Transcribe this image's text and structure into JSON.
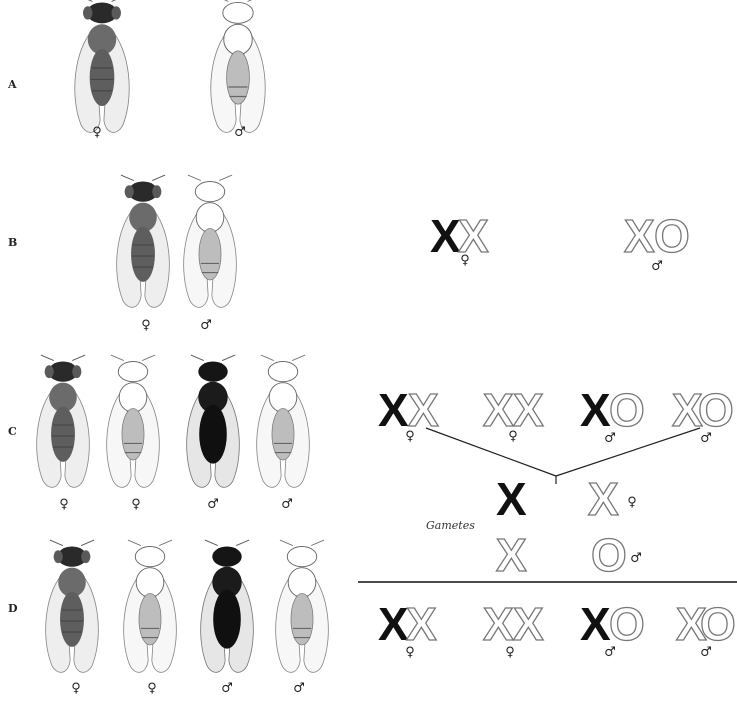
{
  "rows": [
    {
      "label": "A",
      "flies": [
        {
          "sex": "♀"
        },
        {
          "sex": "♂"
        }
      ]
    },
    {
      "label": "B",
      "flies": [
        {
          "sex": "♀"
        },
        {
          "sex": "♂"
        }
      ]
    },
    {
      "label": "C",
      "flies": [
        {
          "sex": "♀"
        },
        {
          "sex": "♀"
        },
        {
          "sex": "♂"
        },
        {
          "sex": "♂"
        }
      ]
    },
    {
      "label": "D",
      "flies": [
        {
          "sex": "♀"
        },
        {
          "sex": "♀"
        },
        {
          "sex": "♂"
        },
        {
          "sex": "♂"
        }
      ]
    }
  ],
  "chromosome_b": [
    {
      "first": "X",
      "second": "X",
      "sex": "♀"
    },
    {
      "first": "X",
      "second": "O",
      "sex": "♂"
    }
  ],
  "chromosome_c": [
    {
      "first": "X",
      "second": "X",
      "sex": "♀"
    },
    {
      "first": "X",
      "second": "X",
      "sex": "♀"
    },
    {
      "first": "X",
      "second": "O",
      "sex": "♂"
    },
    {
      "first": "X",
      "second": "O",
      "sex": "♂"
    }
  ],
  "gametes": {
    "label": "Gametes",
    "row1": {
      "first": "X",
      "second": "X",
      "sex": "♀"
    },
    "row2": {
      "first": "X",
      "second": "O",
      "sex": "♂"
    }
  },
  "chromosome_d": [
    {
      "first": "X",
      "second": "X",
      "sex": "♀"
    },
    {
      "first": "X",
      "second": "X",
      "sex": "♀"
    },
    {
      "first": "X",
      "second": "O",
      "sex": "♂"
    },
    {
      "first": "X",
      "second": "O",
      "sex": "♂"
    }
  ],
  "colors": {
    "ink": "#111111",
    "outline": "#777777",
    "wing": "#f2f2f2"
  }
}
